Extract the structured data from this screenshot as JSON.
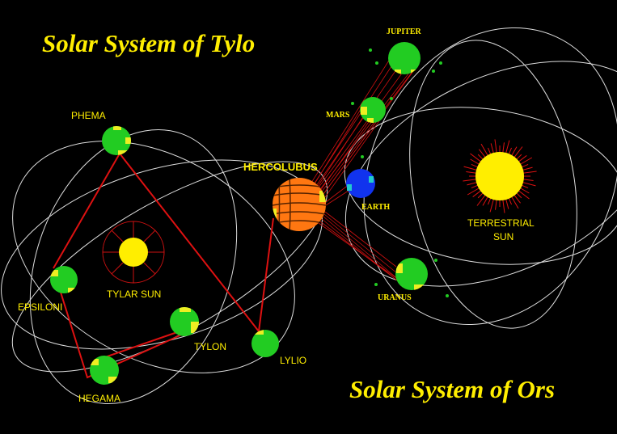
{
  "titles": {
    "tylo": "Solar System of Tylo",
    "ors": "Solar System of Ors"
  },
  "bodies": {
    "phema": "PHEMA",
    "epsiloni": "EPSILONI",
    "hegama": "HEGAMA",
    "tylon": "TYLON",
    "lylio": "LYLIO",
    "tylar_sun": "TYLAR SUN",
    "hercolubus": "HERCOLUBUS",
    "jupiter": "JUPITER",
    "mars": "MARS",
    "earth": "EARTH",
    "uranus": "URANUS",
    "terrestrial_sun_line1": "TERRESTRIAL",
    "terrestrial_sun_line2": "SUN"
  },
  "colors": {
    "background": "#000000",
    "title": "#ffee00",
    "label": "#ffee00",
    "orbit": "#dddddd",
    "connection": "#dd1111",
    "planet_green": "#22cc22",
    "planet_cap": "#eeee22",
    "hercolubus": "#ff7711",
    "earth": "#1133ee",
    "sun": "#ffee00"
  },
  "icons": {
    "sun": "sun-with-rays-icon",
    "planet": "green-planet-icon"
  }
}
